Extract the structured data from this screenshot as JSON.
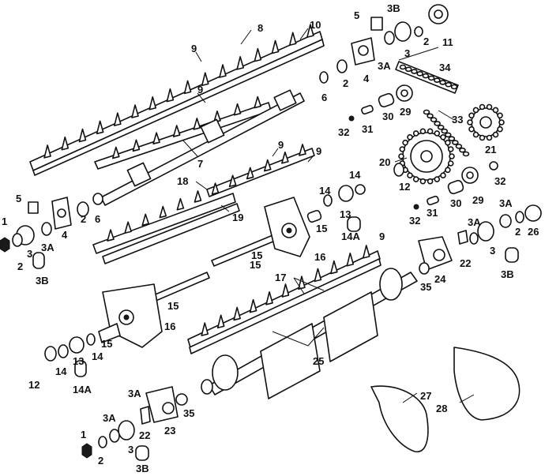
{
  "labels": {
    "l1a": "1",
    "l1b": "1",
    "l2a": "2",
    "l2b": "2",
    "l2c": "2",
    "l2d": "2",
    "l2e": "2",
    "l2f": "2",
    "l3a": "3",
    "l3b": "3",
    "l3c": "3",
    "l3d": "3",
    "l3Aa": "3A",
    "l3Ab": "3A",
    "l3Ac": "3A",
    "l3Ad": "3A",
    "l3Ae": "3A",
    "l3Af": "3A",
    "l3Ba": "3B",
    "l3Bb": "3B",
    "l3Bc": "3B",
    "l3Bd": "3B",
    "l4a": "4",
    "l4b": "4",
    "l5a": "5",
    "l5b": "5",
    "l6a": "6",
    "l6b": "6",
    "l7": "7",
    "l8": "8",
    "l9a": "9",
    "l9b": "9",
    "l9c": "9",
    "l9d": "9",
    "l9e": "9",
    "l10": "10",
    "l11": "11",
    "l12a": "12",
    "l12b": "12",
    "l13a": "13",
    "l13b": "13",
    "l14a": "14",
    "l14b": "14",
    "l14c": "14",
    "l14d": "14",
    "l14Aa": "14A",
    "l14Ab": "14A",
    "l15a": "15",
    "l15b": "15",
    "l15c": "15",
    "l15d": "15",
    "l15e": "15",
    "l16a": "16",
    "l16b": "16",
    "l17": "17",
    "l18": "18",
    "l19": "19",
    "l20": "20",
    "l21": "21",
    "l22a": "22",
    "l22b": "22",
    "l23": "23",
    "l24": "24",
    "l25": "25",
    "l26": "26",
    "l27": "27",
    "l28": "28",
    "l29a": "29",
    "l29b": "29",
    "l30a": "30",
    "l30b": "30",
    "l31a": "31",
    "l31b": "31",
    "l32a": "32",
    "l32b": "32",
    "l32c": "32",
    "l33": "33",
    "l34": "34",
    "l35a": "35",
    "l35b": "35"
  }
}
